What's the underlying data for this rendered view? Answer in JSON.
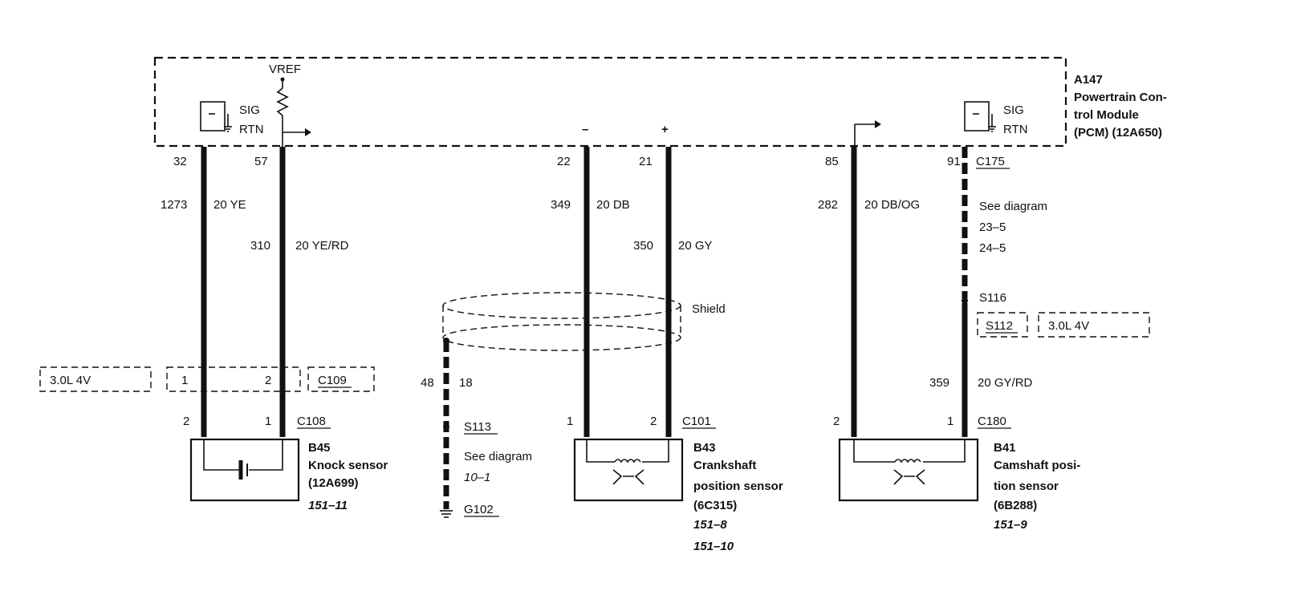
{
  "pcm": {
    "ref": "A147",
    "name_line1": "Powertrain Con-",
    "name_line2": "trol Module",
    "name_line3": "(PCM) (12A650)",
    "vref": "VREF",
    "sig": "SIG",
    "rtn": "RTN",
    "minus": "–",
    "plus": "+",
    "connector": "C175"
  },
  "pins": {
    "p32": "32",
    "p57": "57",
    "p22": "22",
    "p21": "21",
    "p85": "85",
    "p91": "91"
  },
  "wires": {
    "w1273": {
      "circuit": "1273",
      "spec": "20 YE"
    },
    "w310": {
      "circuit": "310",
      "spec": "20 YE/RD"
    },
    "w349": {
      "circuit": "349",
      "spec": "20 DB"
    },
    "w350": {
      "circuit": "350",
      "spec": "20 GY"
    },
    "w282": {
      "circuit": "282",
      "spec": "20 DB/OG"
    },
    "w359": {
      "circuit": "359",
      "spec": "20 GY/RD"
    },
    "w48": {
      "circuit": "48",
      "spec": "18"
    }
  },
  "see_diagram_pcm": {
    "text": "See diagram",
    "ref1": "23–5",
    "ref2": "24–5"
  },
  "splice": {
    "s116": "S116",
    "s112": "S112",
    "s113": "S113"
  },
  "engine_label": "3.0L 4V",
  "c109": {
    "name": "C109",
    "pin1": "1",
    "pin2": "2"
  },
  "shield": "Shield",
  "ground": {
    "name": "G102",
    "see": "See diagram",
    "ref": "10–1"
  },
  "knock": {
    "connector": "C108",
    "pin_left": "2",
    "pin_right": "1",
    "ref": "B45",
    "name": "Knock sensor",
    "part": "(12A699)",
    "page": "151–11"
  },
  "crank": {
    "connector": "C101",
    "pin_left": "1",
    "pin_right": "2",
    "ref": "B43",
    "name_line1": "Crankshaft",
    "name_line2": "position sensor",
    "part": "(6C315)",
    "page1": "151–8",
    "page2": "151–10"
  },
  "cam": {
    "connector": "C180",
    "pin_left": "2",
    "pin_right": "1",
    "ref": "B41",
    "name_line1": "Camshaft posi-",
    "name_line2": "tion sensor",
    "part": "(6B288)",
    "page": "151–9"
  }
}
